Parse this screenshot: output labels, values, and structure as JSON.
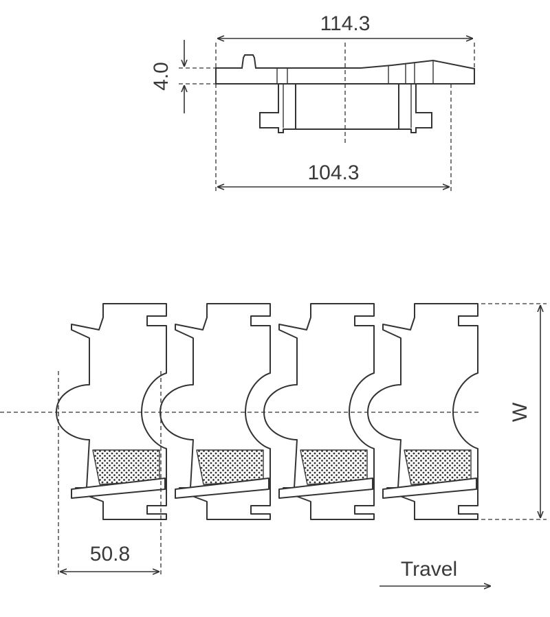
{
  "side_view": {
    "overall_width_label": "114.3",
    "inner_width_label": "104.3",
    "thickness_label": "4.0"
  },
  "top_view": {
    "pitch_label": "50.8",
    "width_label": "W",
    "direction_label": "Travel"
  },
  "colors": {
    "line": "#333333",
    "text": "#3a3a3a",
    "background": "#ffffff"
  }
}
